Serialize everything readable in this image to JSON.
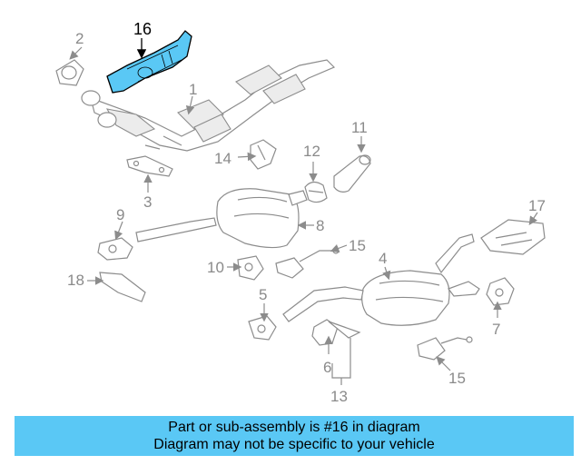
{
  "highlight_color": "#5ac8f5",
  "callouts": {
    "c1": "1",
    "c2": "2",
    "c3": "3",
    "c4": "4",
    "c5": "5",
    "c6": "6",
    "c7": "7",
    "c8": "8",
    "c9": "9",
    "c10": "10",
    "c11": "11",
    "c12": "12",
    "c13": "13",
    "c14": "14",
    "c15a": "15",
    "c15b": "15",
    "c16": "16",
    "c17": "17",
    "c18": "18"
  },
  "caption": {
    "line1": "Part or sub-assembly is #16 in diagram",
    "line2": "Diagram may not be specific to your vehicle"
  }
}
